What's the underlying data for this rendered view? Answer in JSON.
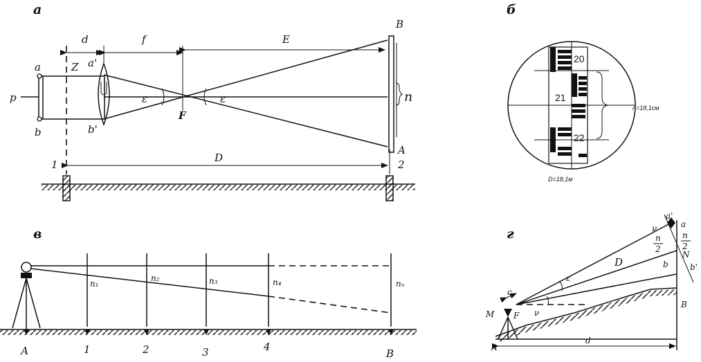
{
  "panel_a": {
    "title": "а",
    "label_d": "d",
    "label_f": "f",
    "label_E": "E",
    "label_Z": "Z",
    "label_a": "a",
    "label_a_prime": "a'",
    "label_b": "b",
    "label_b_prime": "b'",
    "label_p": "p",
    "label_eps1": "ε",
    "label_eps2": "ε",
    "label_F": "F",
    "label_B": "B",
    "label_n": "n",
    "label_A": "A",
    "label_2": "2",
    "label_1": "1",
    "label_D": "D"
  },
  "panel_b": {
    "title": "б",
    "staff_20": "20",
    "staff_21": "21",
    "staff_22": "22",
    "n_reading": "n=18,1см",
    "D_reading": "D=18,1м"
  },
  "panel_v": {
    "title": "в",
    "labels_n": [
      "n₁",
      "n₂",
      "n₃",
      "n₄",
      "nₙ"
    ],
    "points": [
      "А",
      "1",
      "2",
      "3",
      "4",
      "В"
    ]
  },
  "panel_g": {
    "title": "г",
    "label_a_prime": "a'",
    "label_a": "a",
    "label_v_top": "ν",
    "label_n_over_2_left_num": "n",
    "label_n_over_2_left_den": "2",
    "label_n_over_2_right_num": "n",
    "label_n_over_2_right_den": "2",
    "label_N": "N",
    "label_D": "D",
    "label_b": "b",
    "label_b_prime": "b'",
    "label_eps": "ε",
    "label_c": "c",
    "label_M": "M",
    "label_F": "F",
    "label_v_bottom": "ν",
    "label_A": "A",
    "label_B": "B",
    "label_d": "d"
  }
}
